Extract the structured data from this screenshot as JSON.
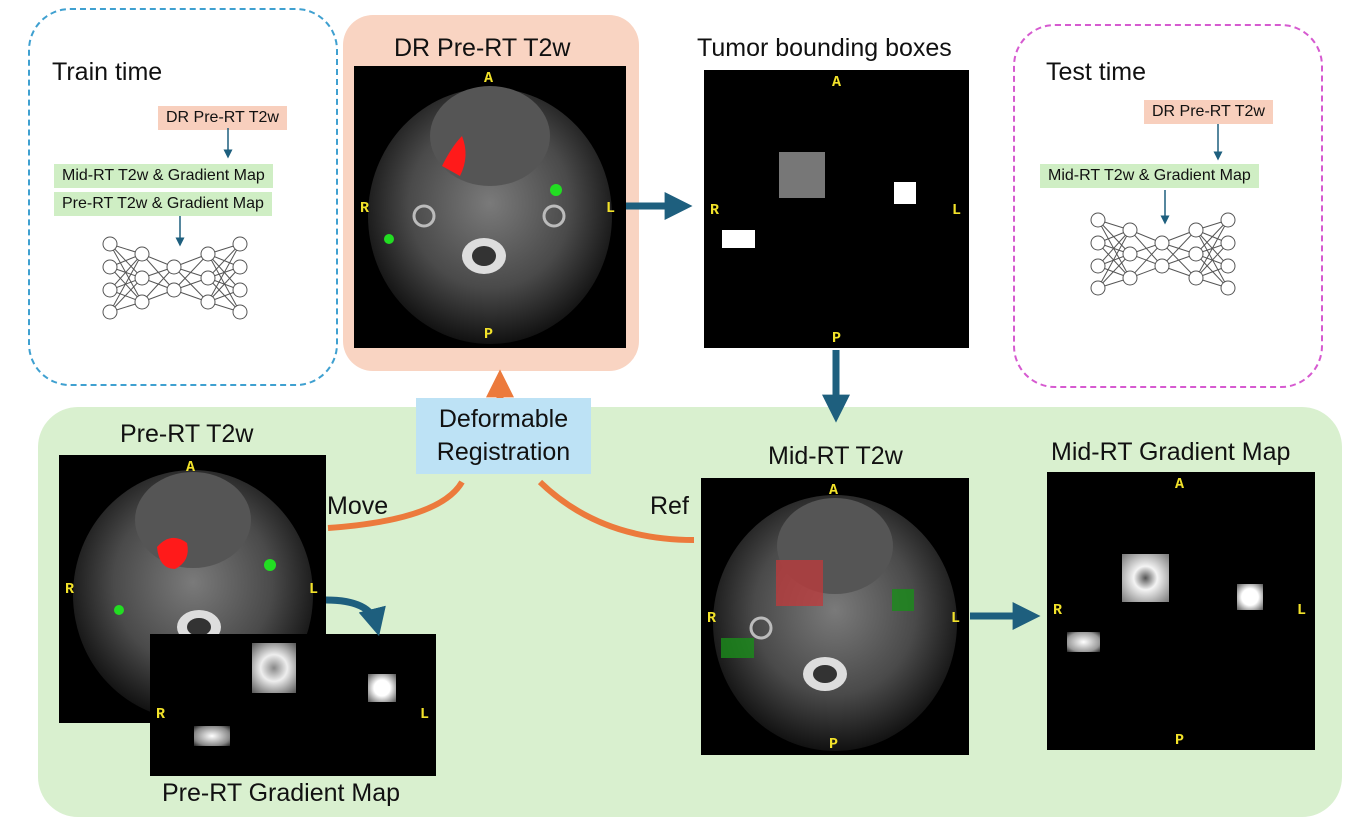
{
  "train_time": {
    "title": "Train time",
    "input_top": "DR Pre-RT T2w",
    "input_mid": "Mid-RT T2w & Gradient Map",
    "input_pre": "Pre-RT T2w & Gradient Map"
  },
  "test_time": {
    "title": "Test time",
    "input_top": "DR Pre-RT T2w",
    "input_mid": "Mid-RT T2w & Gradient Map"
  },
  "dr_panel": {
    "title": "DR Pre-RT T2w"
  },
  "bbox_panel": {
    "title": "Tumor bounding boxes"
  },
  "registration": {
    "line1": "Deformable",
    "line2": "Registration"
  },
  "pre_rt": {
    "title": "Pre-RT T2w"
  },
  "pre_grad": {
    "title": "Pre-RT Gradient Map"
  },
  "mid_rt": {
    "title": "Mid-RT T2w"
  },
  "mid_grad": {
    "title": "Mid-RT Gradient Map"
  },
  "arrow_labels": {
    "move": "Move",
    "ref": "Ref"
  },
  "orientation": {
    "a": "A",
    "p": "P",
    "r": "R",
    "l": "L"
  },
  "colors": {
    "train_border": "#3fa0d0",
    "test_border": "#d65ad0",
    "dr_bg": "#f9d4c2",
    "bottom_bg": "#d9f0cf",
    "registration_bg": "#bde2f5",
    "arrow_blue": "#1e5f7e",
    "arrow_orange": "#ec7a3c",
    "tumor_red": "#ff1a1a",
    "node_green": "#22dd22",
    "orient_yellow": "#f2e22a"
  }
}
